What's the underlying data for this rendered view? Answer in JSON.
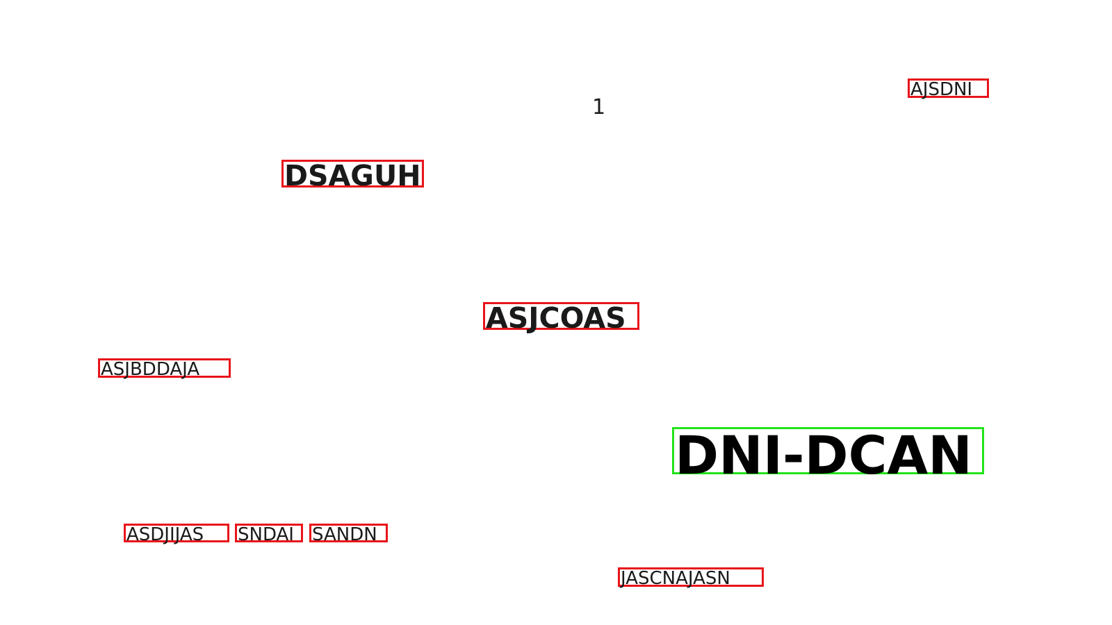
{
  "page_number": "1",
  "highlight_colors": {
    "default_box": "#e8141a",
    "selected_box": "#22e31a"
  },
  "words": {
    "ajsdni": "AJSDNI",
    "dsaguh": "DSAGUH",
    "asjcoas": "ASJCOAS",
    "asjbddaja": "ASJBDDAJA",
    "dni_dcan": "DNI-DCAN",
    "asdjijas": "ASDJIJAS",
    "sndai": "SNDAI",
    "sandn": "SANDN",
    "jascnajasn": "JASCNAJASN"
  }
}
